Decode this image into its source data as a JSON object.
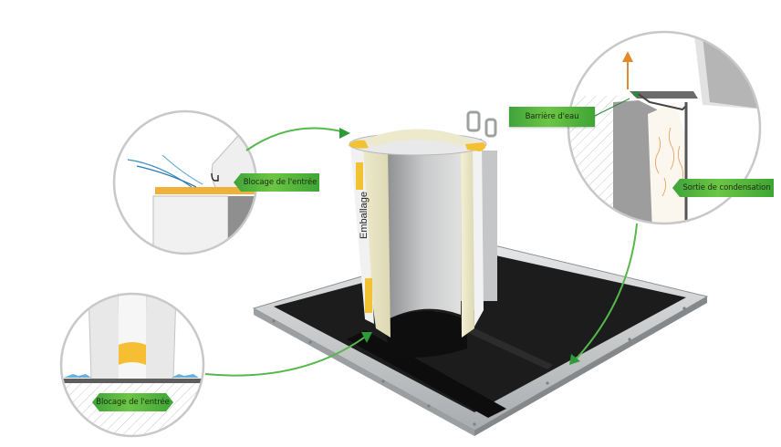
{
  "diagram": {
    "subject": "Cutaway of insulated roof penetration sleeve on square base frame",
    "product_label": "Emballage",
    "callouts": [
      {
        "id": "top-left",
        "label": "Blocage de l'entrée",
        "shape": "arrow-left"
      },
      {
        "id": "bottom-left",
        "label": "Blocage de l'entrée",
        "shape": "hexagon"
      },
      {
        "id": "top-right-water",
        "label": "Barrière d'eau",
        "shape": "rectangle"
      },
      {
        "id": "top-right-condensation",
        "label": "Sortie de condensation",
        "shape": "arrow-left"
      }
    ],
    "colors": {
      "accent_green": "#5cba3e",
      "insulation_yellow": "#f2c232",
      "foam": "#ece8c8",
      "steel": "#c8cacc",
      "base_black": "#1a1a1a",
      "arrow_orange": "#e08a2c",
      "water_blue": "#3d8fc0"
    }
  }
}
